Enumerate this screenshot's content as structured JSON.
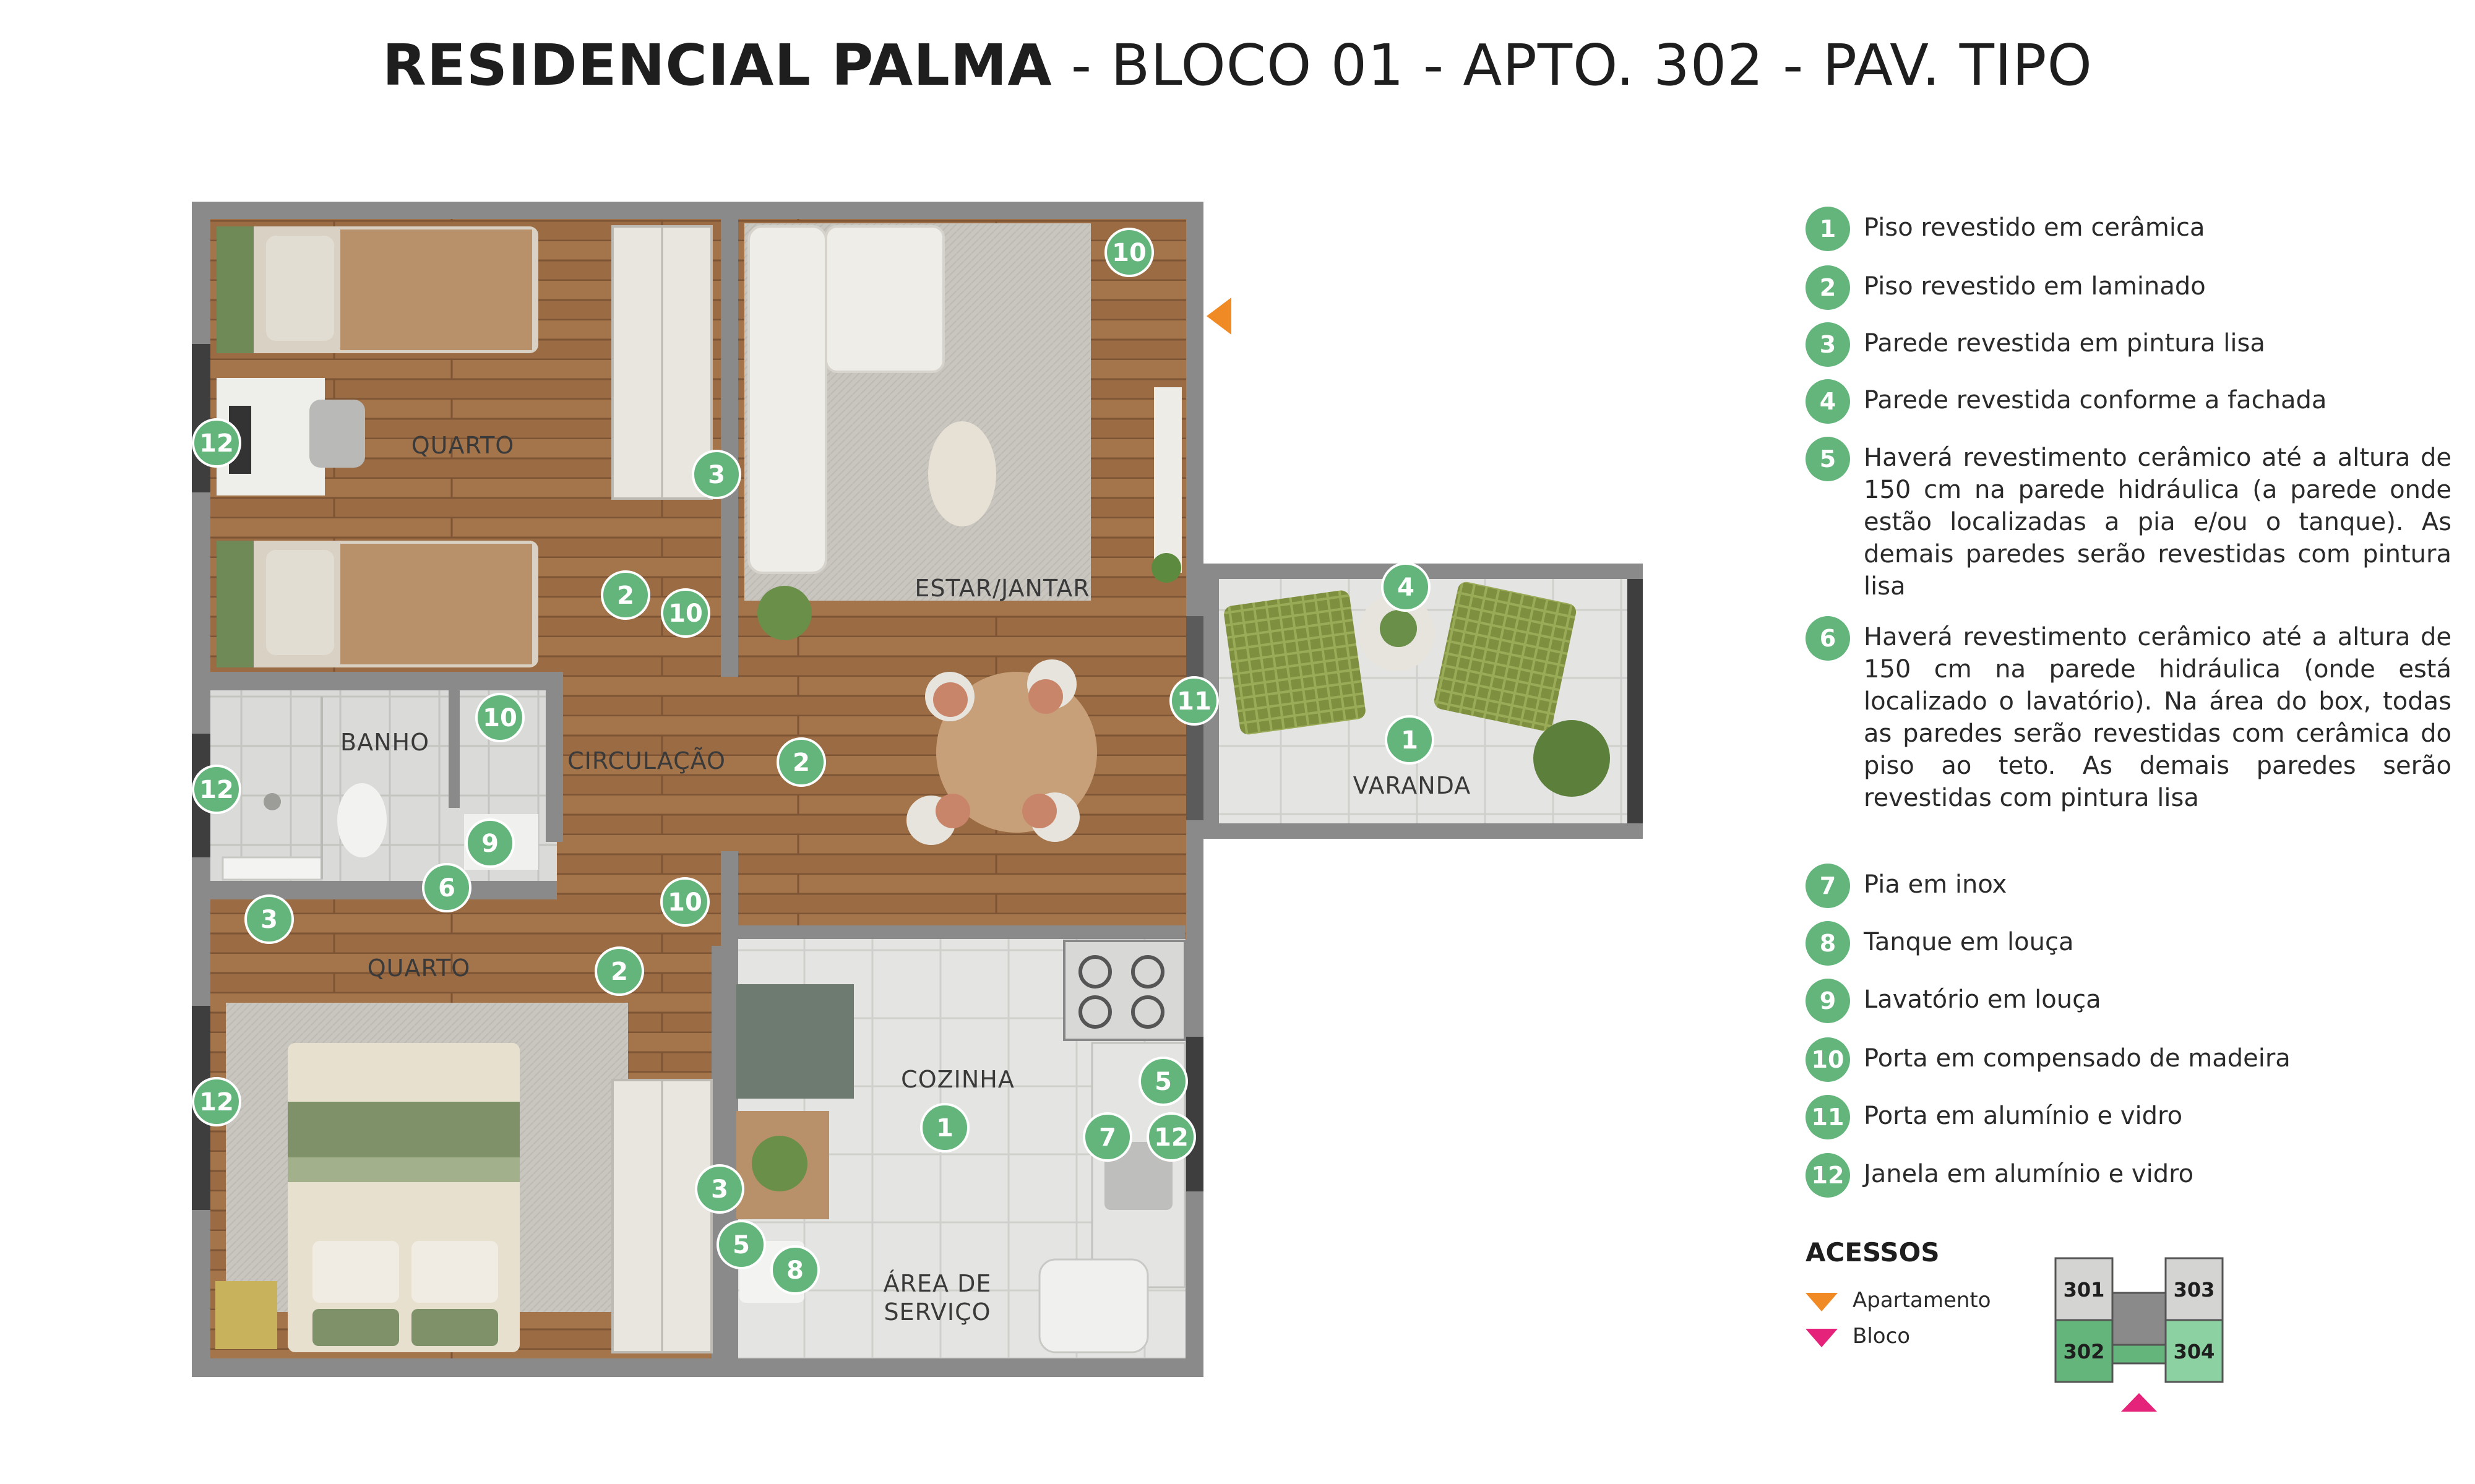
{
  "title": {
    "bold": "RESIDENCIAL PALMA",
    "rest": " - BLOCO 01 - APTO. 302 - PAV. TIPO"
  },
  "rooms": {
    "quarto_top": "QUARTO",
    "estar": "ESTAR/JANTAR",
    "banho": "BANHO",
    "circulacao": "CIRCULAÇÃO",
    "varanda": "VARANDA",
    "quarto_bottom": "QUARTO",
    "cozinha": "COZINHA",
    "area_servico_1": "ÁREA DE",
    "area_servico_2": "SERVIÇO"
  },
  "markers": {
    "m1": "10",
    "m2": "12",
    "m3": "3",
    "m4": "2",
    "m5": "10",
    "m6": "4",
    "m7": "11",
    "m8": "1",
    "m9": "10",
    "m10": "12",
    "m11": "9",
    "m12": "6",
    "m13": "3",
    "m14": "2",
    "m15": "10",
    "m16": "12",
    "m17": "1",
    "m18": "5",
    "m19": "7",
    "m20": "12",
    "m21": "3",
    "m22": "5",
    "m23": "8",
    "m24": "2"
  },
  "legend": [
    {
      "num": "1",
      "text": "Piso revestido em cerâmica"
    },
    {
      "num": "2",
      "text": "Piso revestido em laminado"
    },
    {
      "num": "3",
      "text": "Parede revestida em pintura lisa"
    },
    {
      "num": "4",
      "text": "Parede revestida conforme a fachada"
    },
    {
      "num": "5",
      "text": "Haverá revestimento cerâmico até a altura de 150 cm na parede hidráulica (a parede onde estão localizadas a pia e/ou o tanque). As demais paredes serão revestidas com pintura lisa"
    },
    {
      "num": "6",
      "text": "Haverá revestimento cerâmico até a altura de 150 cm na parede hidráulica (onde está localizado o lavatório). Na área do box, todas as paredes serão revestidas com cerâmica do piso ao teto. As demais paredes serão revestidas com pintura lisa"
    },
    {
      "num": "7",
      "text": "Pia em inox"
    },
    {
      "num": "8",
      "text": "Tanque em louça"
    },
    {
      "num": "9",
      "text": "Lavatório em louça"
    },
    {
      "num": "10",
      "text": "Porta em compensado de madeira"
    },
    {
      "num": "11",
      "text": "Porta em alumínio e vidro"
    },
    {
      "num": "12",
      "text": "Janela em alumínio e vidro"
    }
  ],
  "acessos": {
    "title": "ACESSOS",
    "apartamento": "Apartamento",
    "bloco": "Bloco",
    "apartamento_color": "#f08a24",
    "bloco_color": "#e6237a"
  },
  "keyplan": {
    "u301": "301",
    "u302": "302",
    "u303": "303",
    "u304": "304",
    "highlight_color": "#63b57c"
  }
}
